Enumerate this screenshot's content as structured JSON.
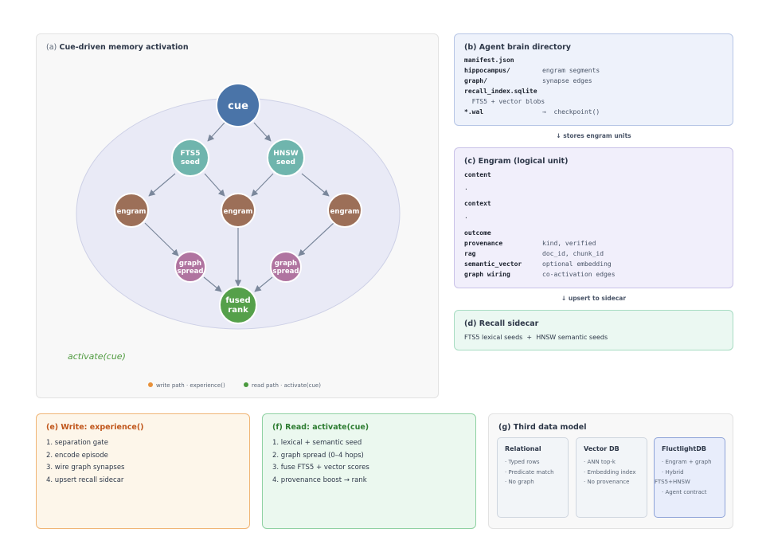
{
  "panel_a": {
    "label": "(a)",
    "title": "Cue-driven memory activation",
    "nodes": {
      "cue": "cue",
      "fts5_line1": "FTS5",
      "fts5_line2": "seed",
      "hnsw_line1": "HNSW",
      "hnsw_line2": "seed",
      "engram": "engram",
      "spread_line1": "graph",
      "spread_line2": "spread",
      "fused_line1": "fused",
      "fused_line2": "rank"
    },
    "call_label": "activate(cue)",
    "legend": {
      "write": "write path · experience()",
      "read": "read path · activate(cue)",
      "write_color": "#e8913a",
      "read_color": "#4a9a3e"
    }
  },
  "panel_b": {
    "title": "(b) Agent brain directory",
    "rows": [
      {
        "key": "manifest.json",
        "value": ""
      },
      {
        "key": "hippocampus/",
        "value": "engram segments"
      },
      {
        "key": "graph/",
        "value": "synapse edges"
      },
      {
        "key": "recall_index.sqlite",
        "value": ""
      },
      {
        "key": "  FTS5 + vector blobs",
        "value": ""
      },
      {
        "key": "*.wal",
        "value": "→  checkpoint()"
      }
    ]
  },
  "connector_bc": "↓ stores engram units",
  "panel_c": {
    "title": "(c) Engram (logical unit)",
    "rows": [
      {
        "key": "content",
        "value": ""
      },
      {
        "key": ".",
        "value": ""
      },
      {
        "key": "context",
        "value": ""
      },
      {
        "key": ".",
        "value": ""
      },
      {
        "key": "outcome",
        "value": ""
      },
      {
        "key": "provenance",
        "value": "kind, verified"
      },
      {
        "key": "rag",
        "value": "doc_id, chunk_id"
      },
      {
        "key": "semantic_vector",
        "value": "optional embedding"
      },
      {
        "key": "graph wiring",
        "value": "co-activation edges"
      }
    ]
  },
  "connector_cd": "↓ upsert to sidecar",
  "panel_d": {
    "title": "(d) Recall sidecar",
    "text": "FTS5 lexical seeds  +  HNSW semantic seeds"
  },
  "panel_e": {
    "title": "(e) Write: experience()",
    "items": [
      "1. separation gate",
      "2. encode episode",
      "3. wire graph synapses",
      "4. upsert recall sidecar"
    ]
  },
  "panel_f": {
    "title": "(f) Read: activate(cue)",
    "items": [
      "1. lexical + semantic seed",
      "2. graph spread (0–4 hops)",
      "3. fuse FTS5 + vector scores",
      "4. provenance boost → rank"
    ]
  },
  "panel_g": {
    "title": "(g) Third data model",
    "cards": [
      {
        "title": "Relational",
        "items": [
          "· Typed rows",
          "· Predicate match",
          "· No graph"
        ]
      },
      {
        "title": "Vector DB",
        "items": [
          "· ANN top-k",
          "· Embedding index",
          "· No provenance"
        ]
      },
      {
        "title": "FluctlightDB",
        "items": [
          "· Engram + graph",
          "· Hybrid",
          "FTS5+HNSW",
          "· Agent contract"
        ]
      }
    ]
  },
  "colors": {
    "cue": "#4a74a8",
    "seed": "#6fb5ad",
    "engram": "#9c6f58",
    "spread": "#b074a0",
    "fused": "#55a04a",
    "write_accent": "#c0551a",
    "read_accent": "#2e7d32"
  }
}
